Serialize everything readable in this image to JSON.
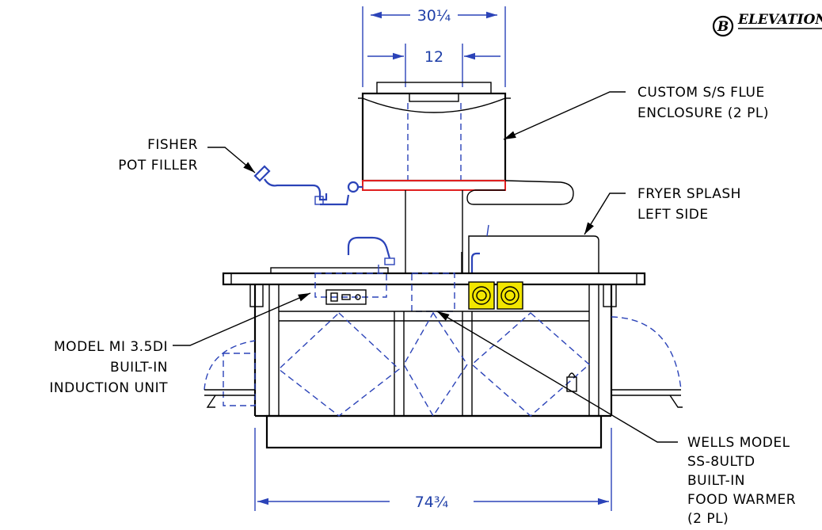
{
  "title": {
    "circle_letter": "B",
    "text": "ELEVATION"
  },
  "dimensions": {
    "top_overall": "30¼",
    "top_inner": "12",
    "bottom_overall": "74¾"
  },
  "labels": {
    "flue": [
      "CUSTOM S/S FLUE",
      "ENCLOSURE (2 PL)"
    ],
    "pot_filler": [
      "FISHER",
      "POT FILLER"
    ],
    "fryer": [
      "FRYER SPLASH",
      "LEFT SIDE"
    ],
    "induction": [
      "MODEL MI 3.5DI",
      "BUILT-IN",
      "INDUCTION UNIT"
    ],
    "warmer": [
      "WELLS MODEL",
      "SS-8ULTD",
      "BUILT-IN",
      "FOOD WARMER",
      "(2 PL)"
    ]
  },
  "colors": {
    "drawing": "#000000",
    "dimension": "#2b43b8",
    "red_band": "#e02020",
    "yellow_knob": "#f2e600"
  }
}
